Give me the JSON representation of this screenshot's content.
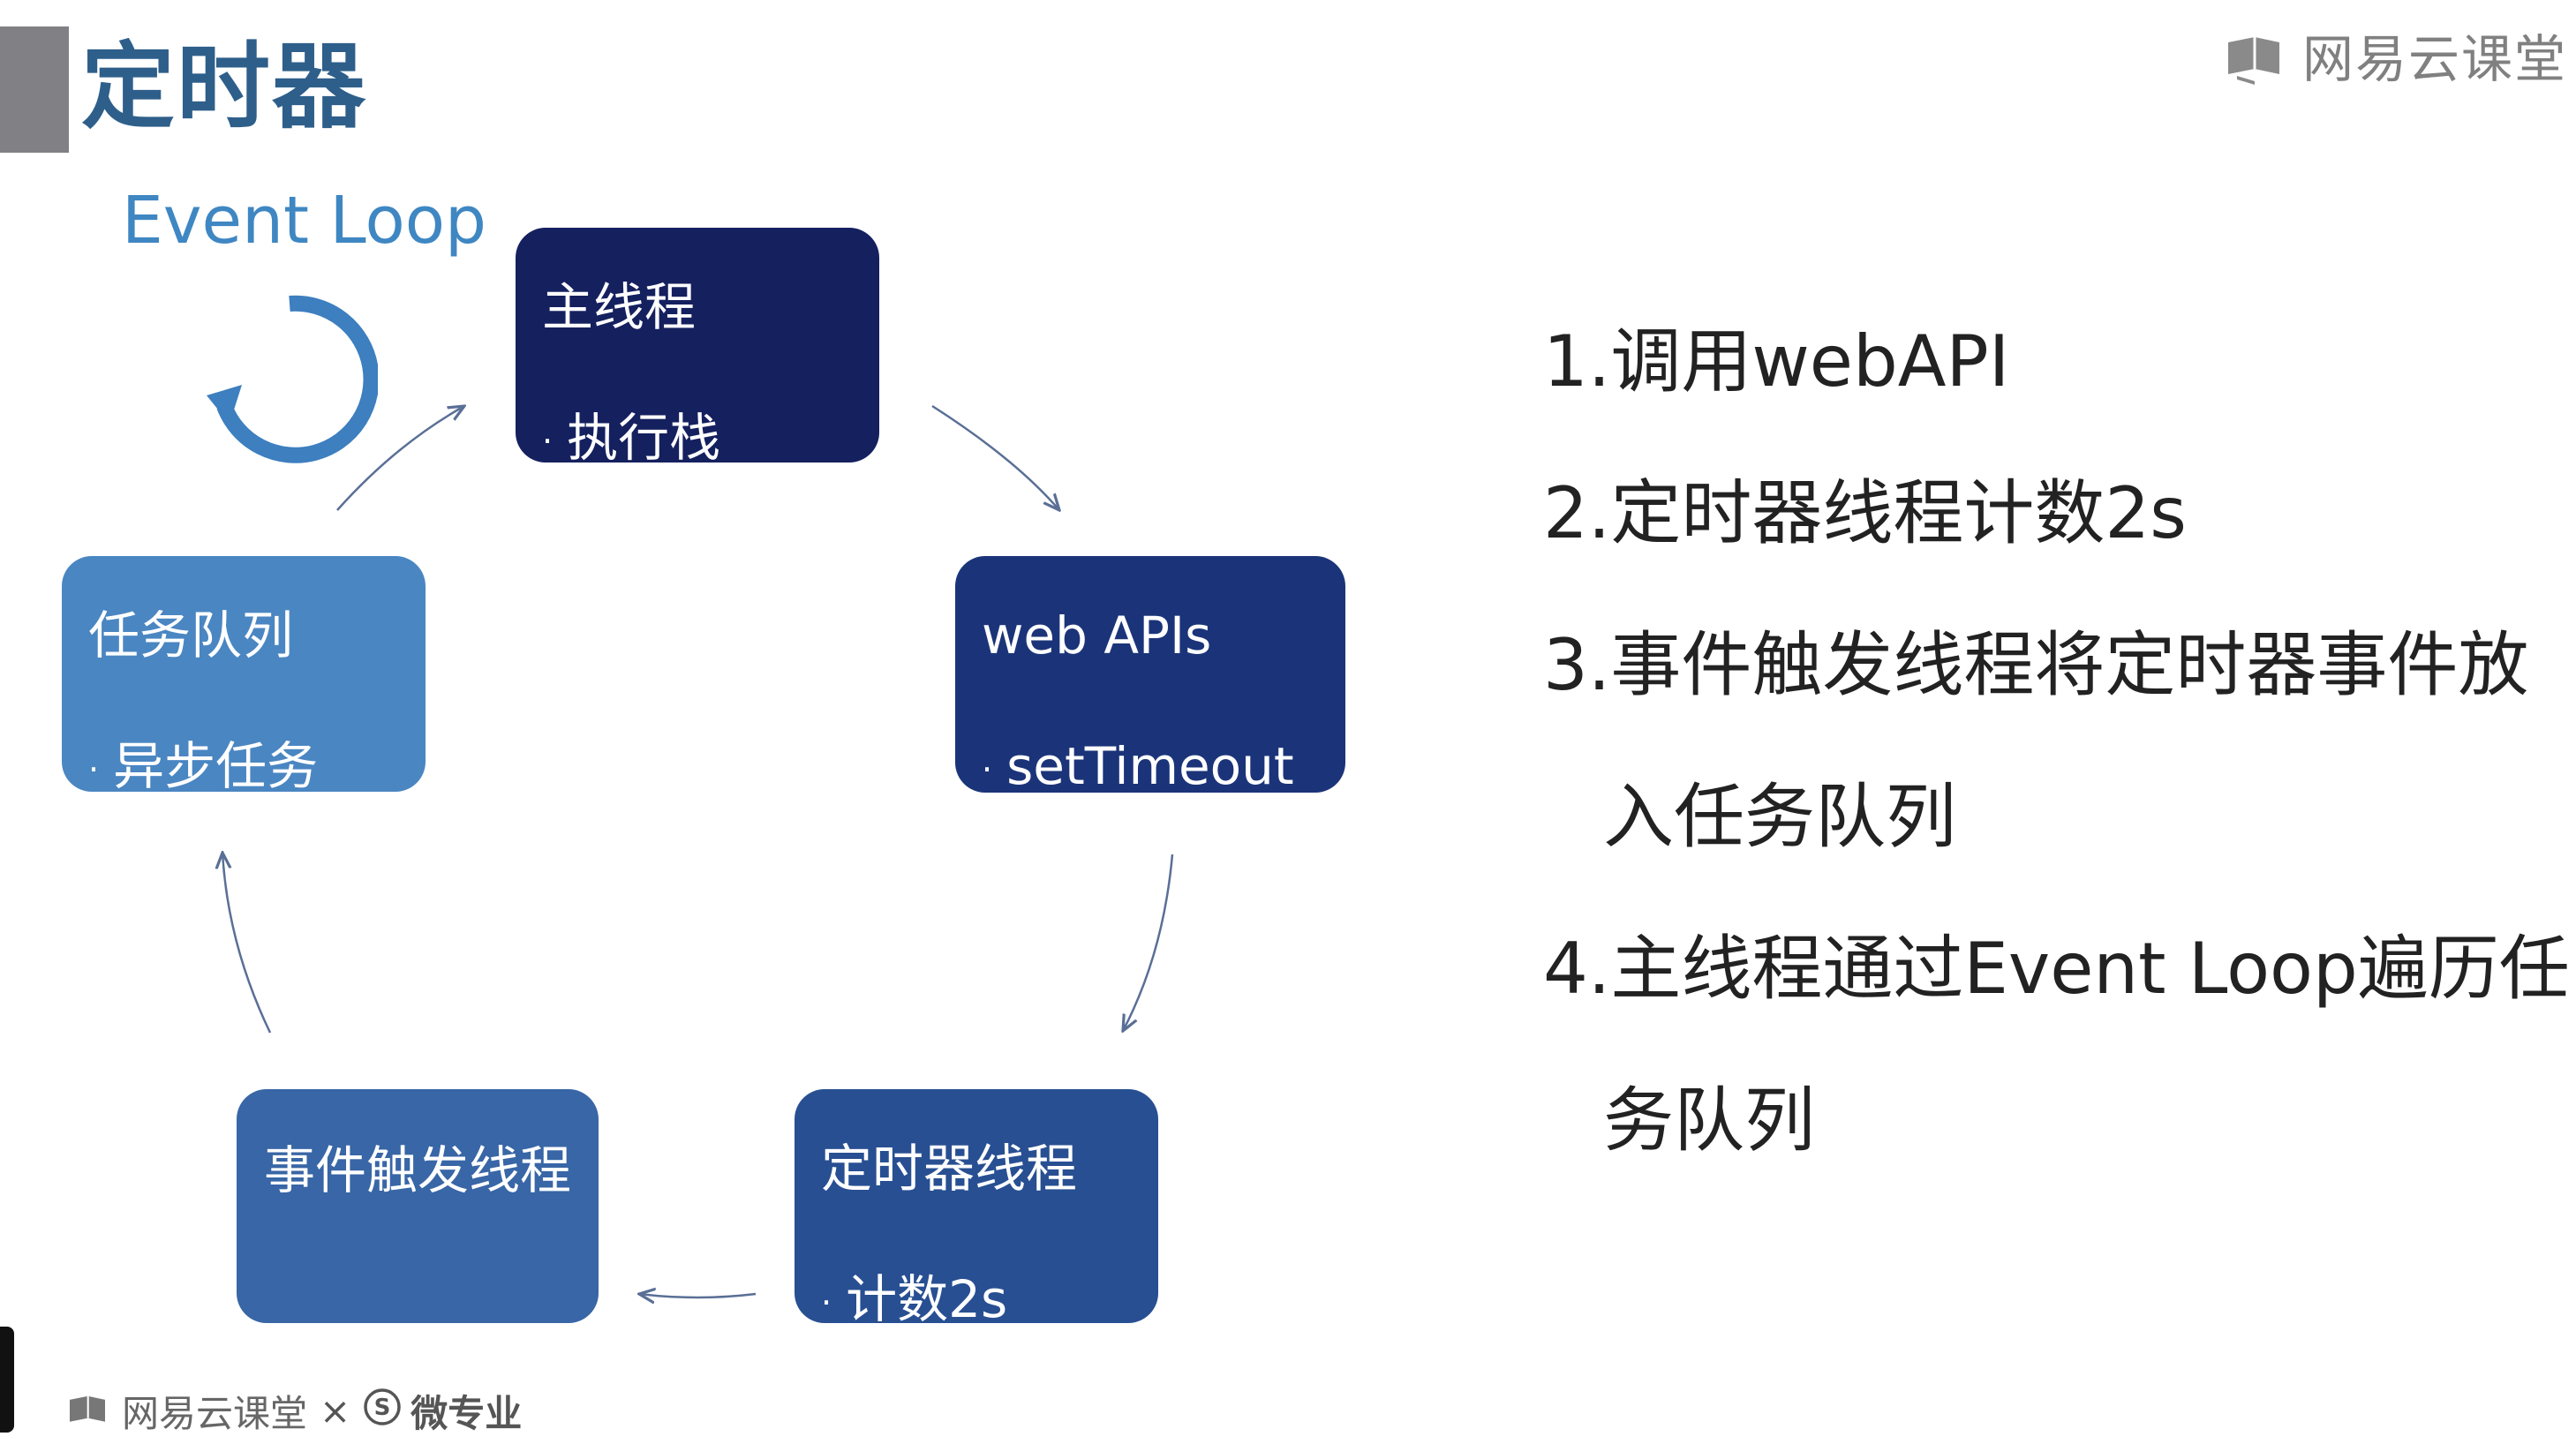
{
  "slide": {
    "title": "定时器",
    "brand": "网易云课堂",
    "event_loop_label": "Event Loop"
  },
  "nodes": {
    "main_thread": {
      "title": "主线程",
      "sub": "执行栈"
    },
    "web_apis": {
      "title": "web APIs",
      "sub": "setTimeout"
    },
    "timer_thread": {
      "title": "定时器线程",
      "sub": "计数2s"
    },
    "event_thread": {
      "title": "事件触发线程"
    },
    "task_queue": {
      "title": "任务队列",
      "sub": "异步任务"
    }
  },
  "steps": [
    {
      "line1": "1.调用webAPI"
    },
    {
      "line1": "2.定时器线程计数2s"
    },
    {
      "line1": "3.事件触发线程将定时器事件放",
      "line2": "入任务队列"
    },
    {
      "line1": "4.主线程通过Event Loop遍历任",
      "line2": "务队列"
    }
  ],
  "footer": {
    "brand": "网易云课堂",
    "separator": "×",
    "partner": "微专业"
  },
  "colors": {
    "title": "#2e5f8a",
    "event_loop": "#3f87c2",
    "main_thread": "#15205f",
    "web_apis": "#1b3479",
    "timer_thread": "#284f92",
    "event_thread": "#3866a6",
    "task_queue": "#4a86c2"
  }
}
